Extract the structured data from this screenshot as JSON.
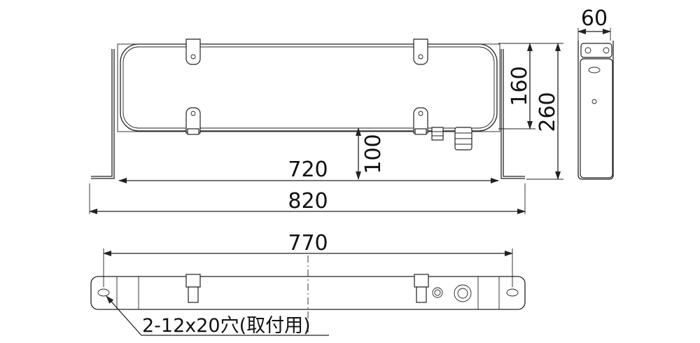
{
  "dimensions": {
    "front_width_inner": "720",
    "front_width_total": "820",
    "height_body": "160",
    "height_total": "260",
    "height_clearance": "100",
    "side_depth": "60",
    "bottom_hole_pitch": "770"
  },
  "annotations": {
    "mounting_holes": "2-12x20穴(取付用)"
  },
  "colors": {
    "line": "#222222",
    "background": "#ffffff"
  }
}
